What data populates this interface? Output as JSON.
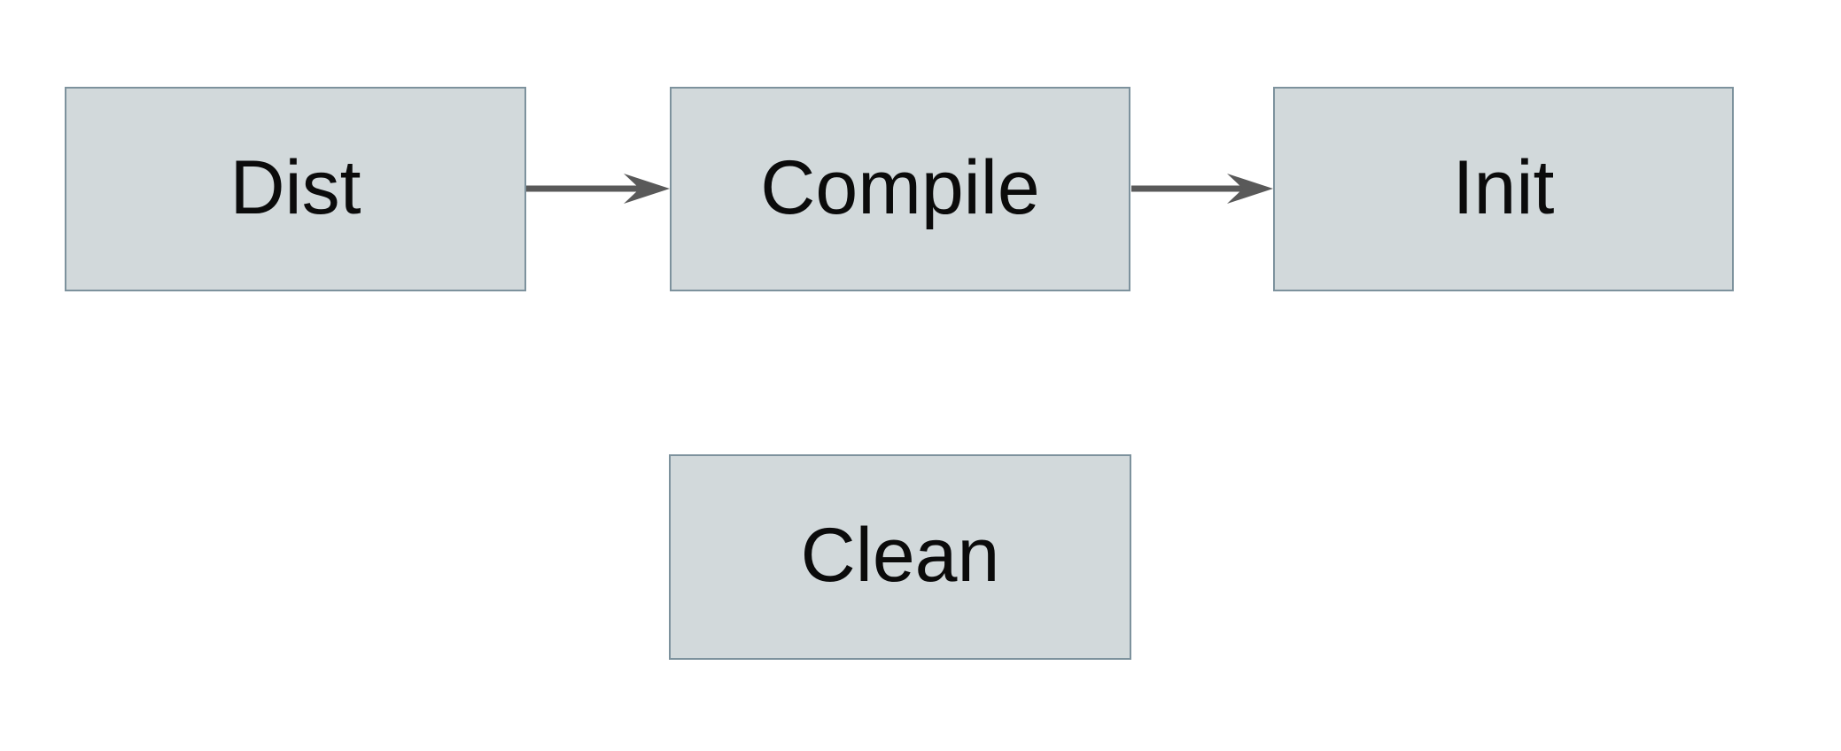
{
  "diagram": {
    "type": "flowchart",
    "nodes": [
      {
        "id": "dist",
        "label": "Dist"
      },
      {
        "id": "compile",
        "label": "Compile"
      },
      {
        "id": "init",
        "label": "Init"
      },
      {
        "id": "clean",
        "label": "Clean"
      }
    ],
    "edges": [
      {
        "from": "dist",
        "to": "compile",
        "style": "solid-arrow"
      },
      {
        "from": "compile",
        "to": "init",
        "style": "solid-arrow"
      }
    ],
    "colors": {
      "canvas_bg": "#ffffff",
      "node_fill": "#d2d9db",
      "node_border": "#7d929d",
      "arrow": "#595959",
      "text": "#0b0b0b"
    }
  }
}
